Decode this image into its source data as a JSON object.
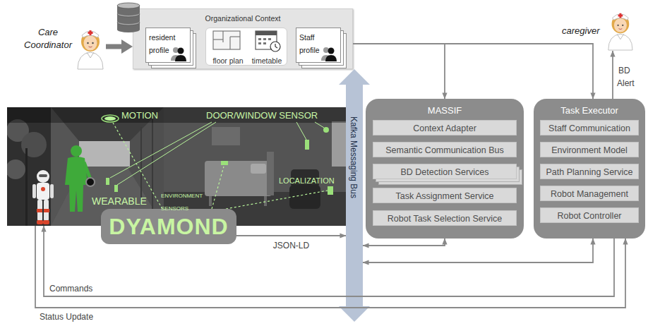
{
  "diagram": {
    "nodes": [
      {
        "text": [
          "Care Coordinator"
        ]
      },
      {
        "text": [
          "Organizational Context"
        ]
      },
      {
        "text": [
          "resident profile"
        ],
        "in": 1
      },
      {
        "text": [
          "floor plan",
          "timetable"
        ],
        "in": 1
      },
      {
        "text": [
          "Staff profile"
        ],
        "in": 1
      },
      {
        "text": [
          "caregiver"
        ]
      },
      {
        "text": [
          "MOTION",
          "DOOR/WINDOW SENSOR",
          "ENVIRONMENT SENSORS",
          "LOCALIZATION",
          "WEARABLE"
        ]
      },
      {
        "text": [
          "DYAMOND"
        ]
      },
      {
        "text": [
          "Kafka Messaging Bus"
        ]
      },
      {
        "text": [
          "MASSIF"
        ]
      },
      {
        "text": [
          "Context Adapter"
        ],
        "in": 9
      },
      {
        "text": [
          "Semantic Communication Bus"
        ],
        "in": 9
      },
      {
        "text": [
          "BD Detection Services"
        ],
        "in": 9
      },
      {
        "text": [
          "Task Assignment Service"
        ],
        "in": 9
      },
      {
        "text": [
          "Robot Task Selection Service"
        ],
        "in": 9
      },
      {
        "text": [
          "Task Executor"
        ]
      },
      {
        "text": [
          "Staff Communication"
        ],
        "in": 15
      },
      {
        "text": [
          "Environment Model"
        ],
        "in": 15
      },
      {
        "text": [
          "Path Planning Service"
        ],
        "in": 15
      },
      {
        "text": [
          "Robot Management"
        ],
        "in": 15
      },
      {
        "text": [
          "Robot Controller"
        ],
        "in": 15
      }
    ],
    "edges": [
      {
        "from": 0,
        "to": 1,
        "arrow": "to"
      },
      {
        "from": 1,
        "to": 9,
        "arrow": "to"
      },
      {
        "from": 1,
        "to": 15,
        "arrow": "to"
      },
      {
        "from": 15,
        "to": 5,
        "label": "BD Alert",
        "arrow": "to"
      },
      {
        "from": 7,
        "to": 8,
        "label": "JSON-LD",
        "arrow": "to"
      },
      {
        "from": 8,
        "to": 9,
        "arrow": "both"
      },
      {
        "from": 8,
        "to": 15,
        "arrow": "both"
      },
      {
        "from": 15,
        "to": 6,
        "label": "Commands",
        "arrow": "to"
      },
      {
        "from": 6,
        "to": 15,
        "label": "Status Update",
        "arrow": "to"
      }
    ]
  }
}
